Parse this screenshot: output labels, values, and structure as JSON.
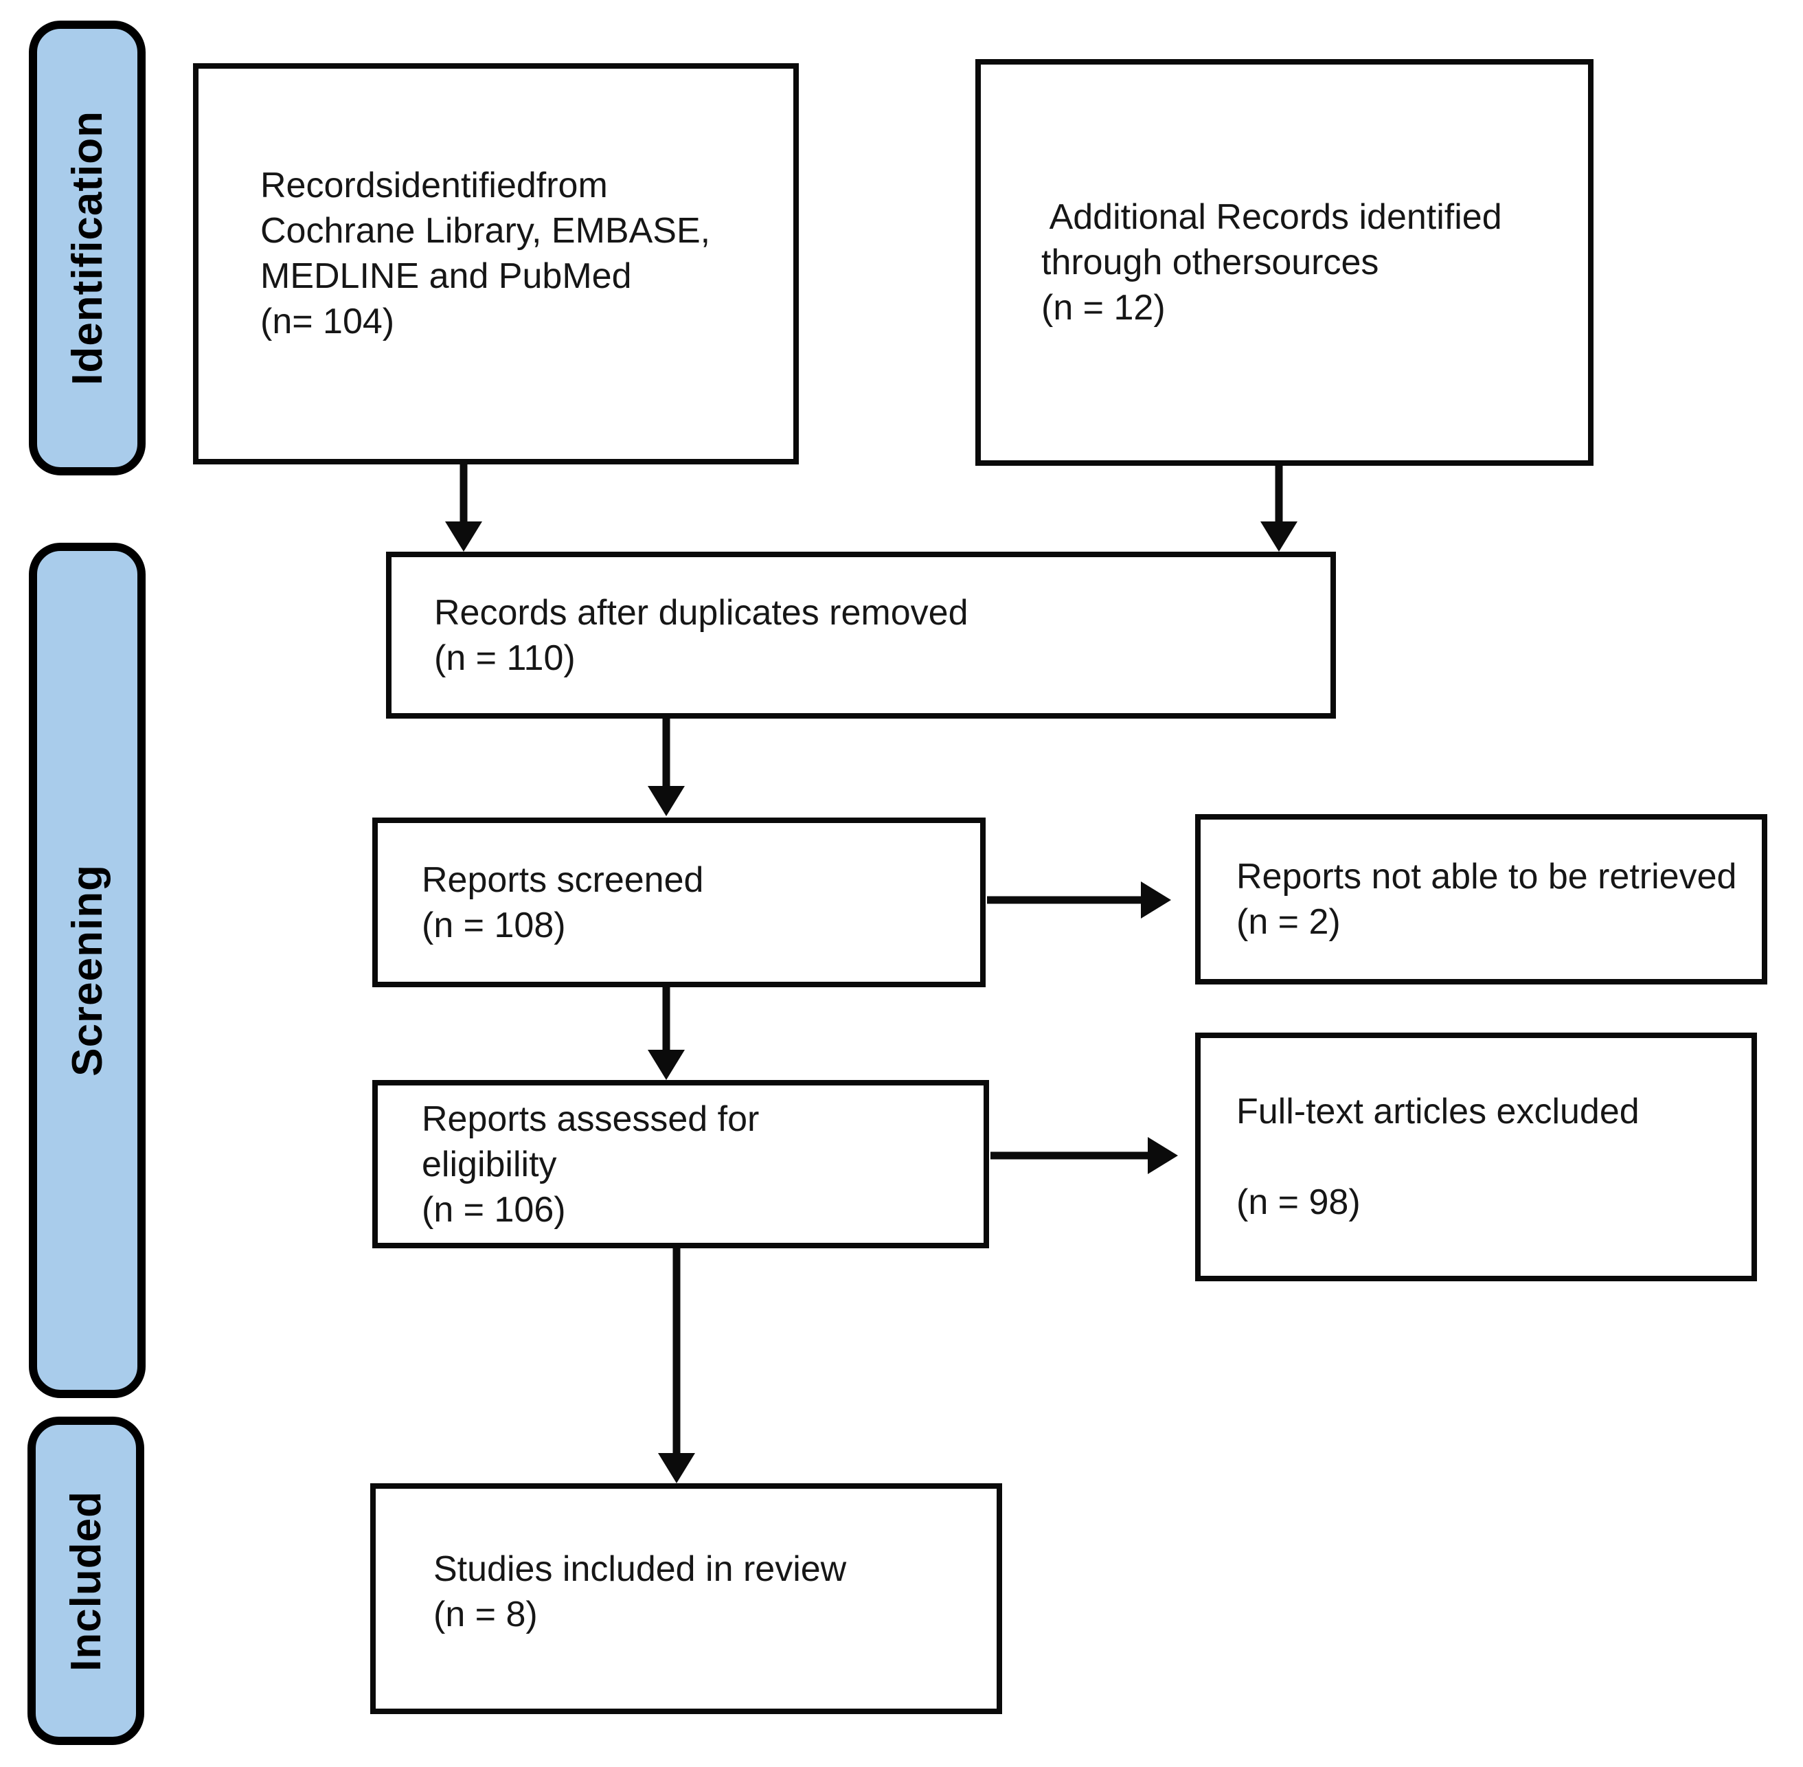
{
  "colors": {
    "stage_fill": "#A9CCEB",
    "stage_border": "#000000",
    "box_fill": "#FFFFFF",
    "box_border": "#0A0A0A",
    "arrow": "#0B0B0B",
    "text": "#161616"
  },
  "stages": {
    "identification": "Identification",
    "screening": "Screening",
    "included": "Included"
  },
  "boxes": {
    "records_identified": "Recordsidentifiedfrom\nCochrane Library, EMBASE,\nMEDLINE and PubMed\n(n= 104)",
    "additional_records": " Additional Records identified\nthrough othersources\n(n = 12)",
    "duplicates_removed": "Records after duplicates removed\n(n = 110)",
    "reports_screened": "Reports screened\n(n = 108)",
    "not_retrieved": "Reports not able to be retrieved\n(n = 2)",
    "assessed_eligibility": "Reports assessed for\neligibility\n(n = 106)",
    "fulltext_excluded": "Full-text articles excluded\n\n(n = 98)",
    "studies_included": "Studies included in review\n(n = 8)"
  }
}
